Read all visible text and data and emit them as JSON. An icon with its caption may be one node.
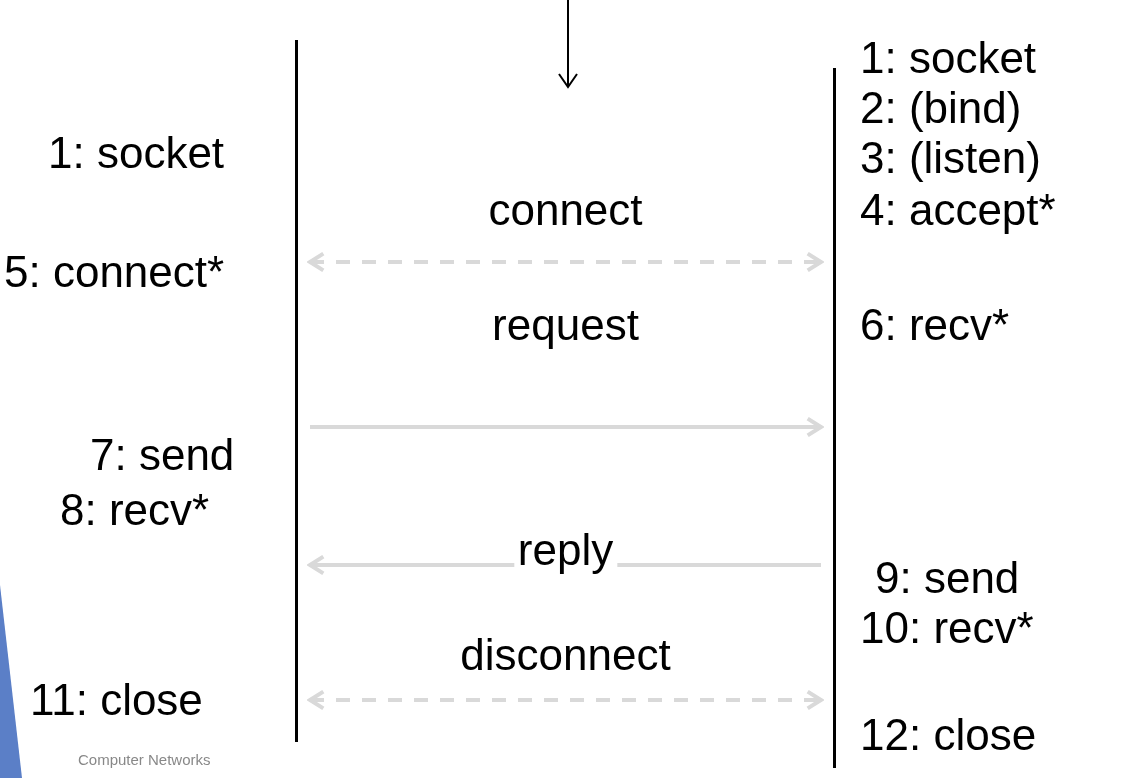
{
  "diagram": {
    "nodes": [
      {
        "text": [],
        "shape": "bar"
      },
      {
        "text": [],
        "shape": "bar"
      }
    ],
    "edges": [
      {
        "from": 0,
        "to": 1,
        "arrow": "both",
        "style": "dashed",
        "label": "connect"
      },
      {
        "from": 0,
        "to": 1,
        "arrow": "to",
        "label": "request"
      },
      {
        "from": 1,
        "to": 0,
        "arrow": "to",
        "label": "reply"
      },
      {
        "from": 0,
        "to": 1,
        "arrow": "both",
        "style": "dashed",
        "label": "disconnect"
      }
    ],
    "labels": [
      "1: socket",
      "2: (bind)",
      "1: socket",
      "3: (listen)",
      "4: accept*",
      "5: connect*",
      "6: recv*",
      "7: send",
      "8: recv*",
      "9: send",
      "10: recv*",
      "11: close",
      "12: close",
      "Computer Networks"
    ]
  }
}
